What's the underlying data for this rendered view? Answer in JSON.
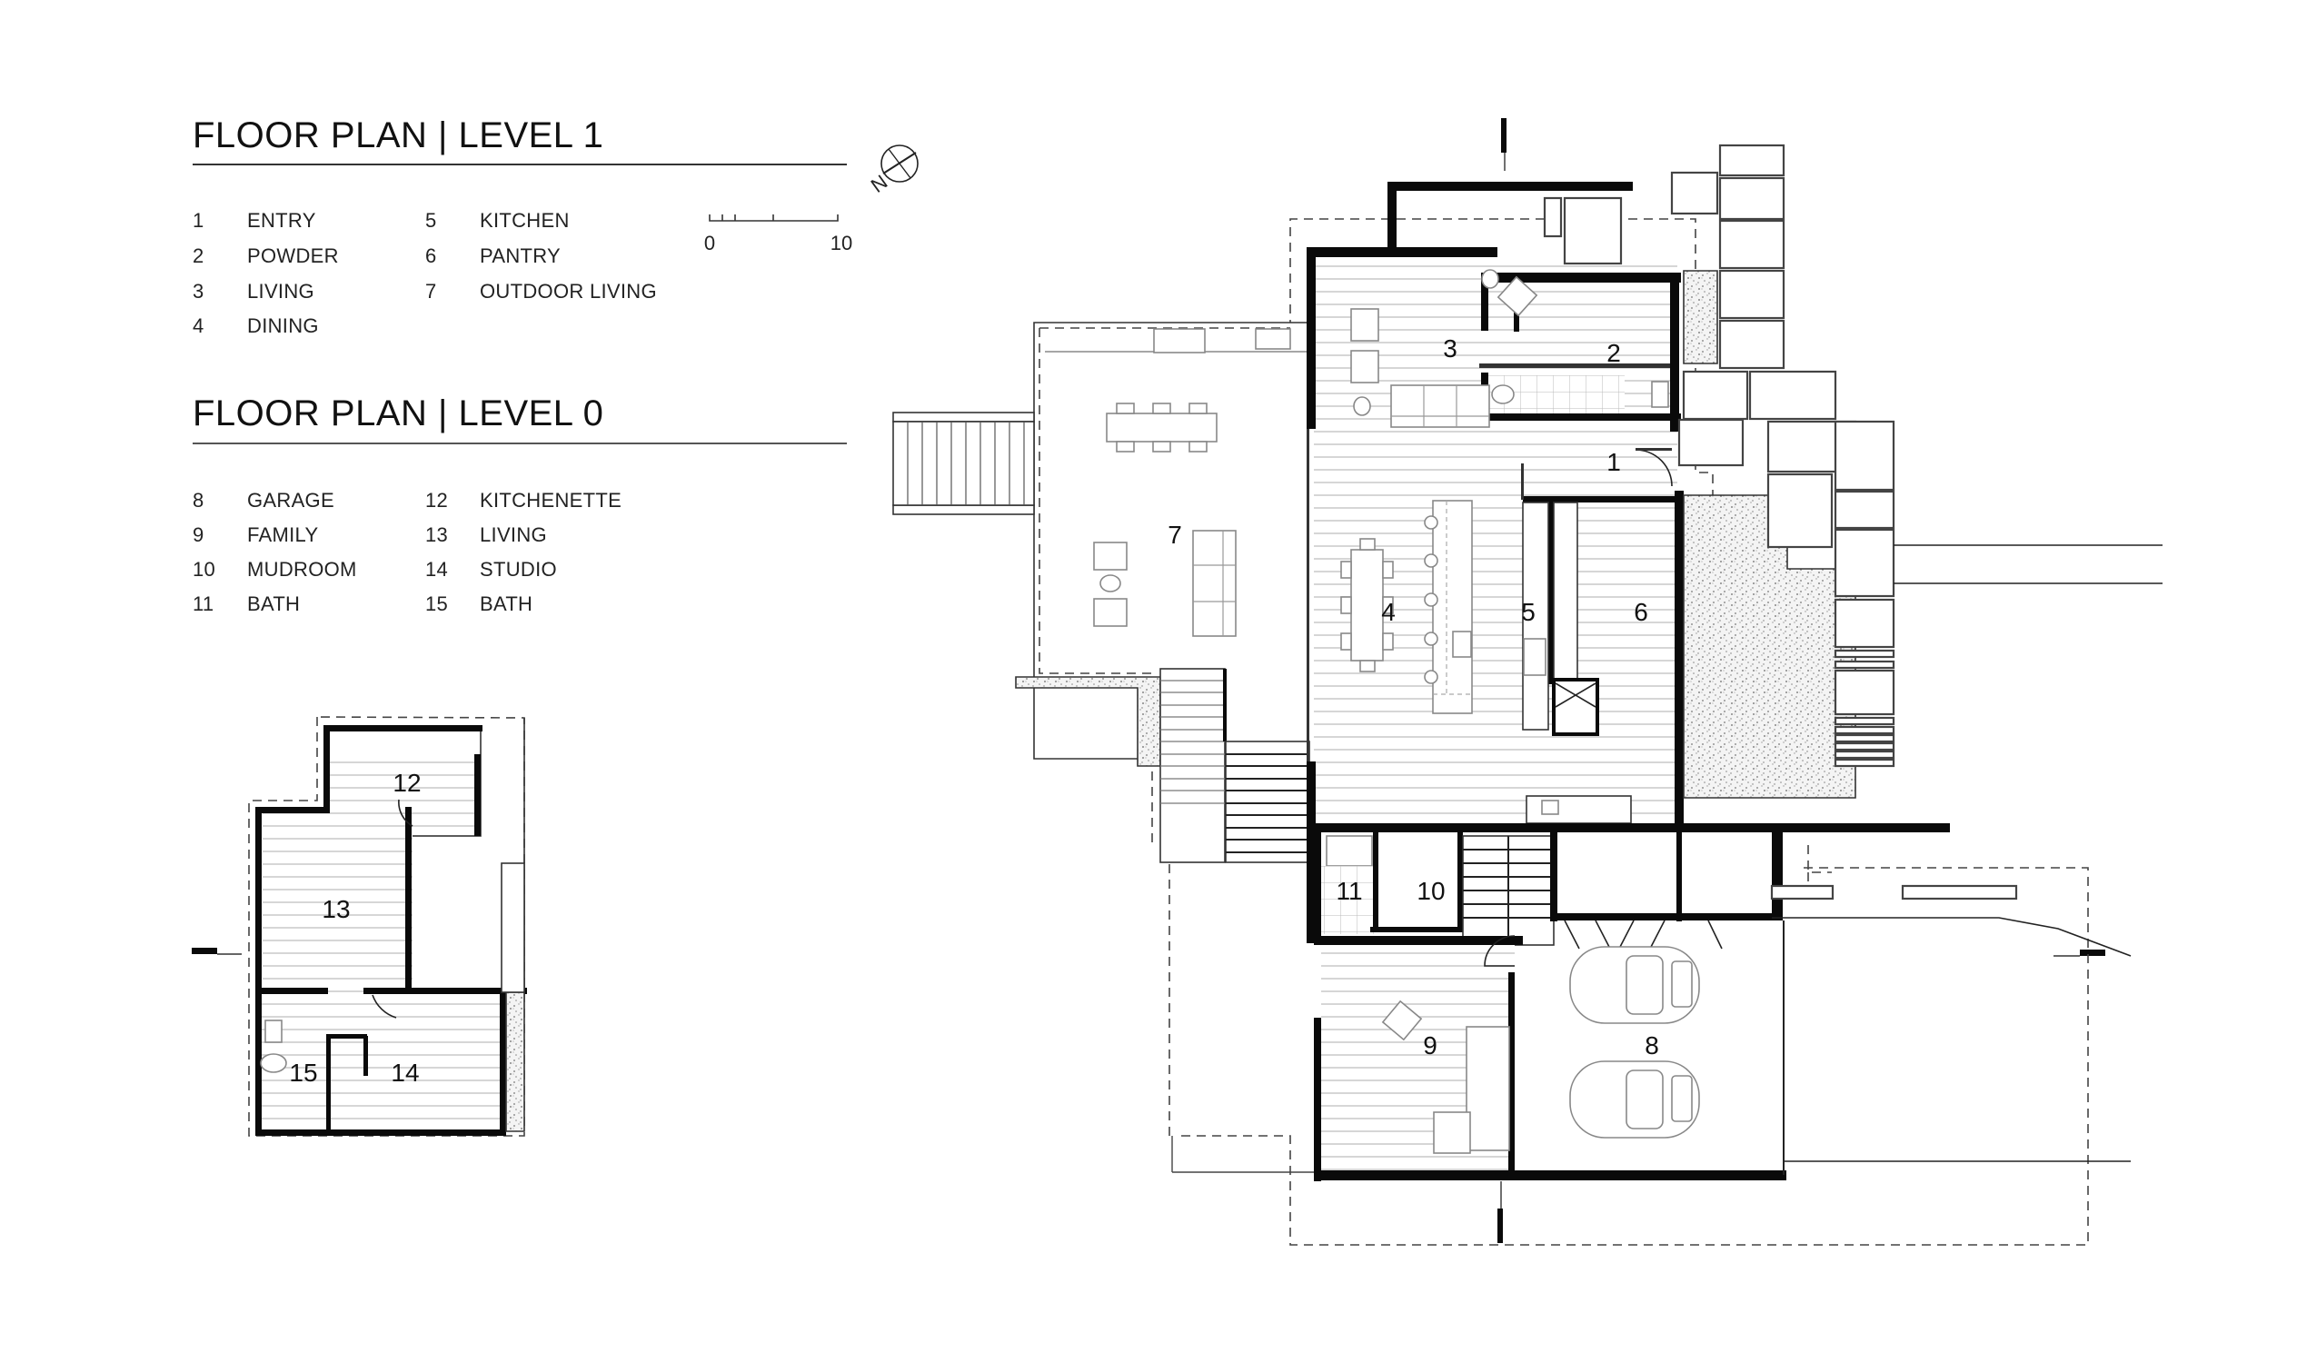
{
  "level1": {
    "title": "FLOOR PLAN | LEVEL 1",
    "rooms": [
      {
        "num": "1",
        "name": "ENTRY"
      },
      {
        "num": "2",
        "name": "POWDER"
      },
      {
        "num": "3",
        "name": "LIVING"
      },
      {
        "num": "4",
        "name": "DINING"
      },
      {
        "num": "5",
        "name": "KITCHEN"
      },
      {
        "num": "6",
        "name": "PANTRY"
      },
      {
        "num": "7",
        "name": "OUTDOOR LIVING"
      }
    ]
  },
  "level0": {
    "title": "FLOOR PLAN | LEVEL 0",
    "rooms": [
      {
        "num": "8",
        "name": "GARAGE"
      },
      {
        "num": "9",
        "name": "FAMILY"
      },
      {
        "num": "10",
        "name": "MUDROOM"
      },
      {
        "num": "11",
        "name": "BATH"
      },
      {
        "num": "12",
        "name": "KITCHENETTE"
      },
      {
        "num": "13",
        "name": "LIVING"
      },
      {
        "num": "14",
        "name": "STUDIO"
      },
      {
        "num": "15",
        "name": "BATH"
      }
    ]
  },
  "scale_bar": {
    "start_label": "0",
    "end_label": "10"
  },
  "north_arrow": {
    "label": "N",
    "icon": "north-arrow-icon"
  },
  "plan_labels": {
    "main": [
      "1",
      "2",
      "3",
      "4",
      "5",
      "6",
      "7",
      "8",
      "9",
      "10",
      "11"
    ],
    "lower": [
      "12",
      "13",
      "14",
      "15"
    ]
  },
  "colors": {
    "wall": "#0a0a0a",
    "line": "#222222",
    "furniture": "#888888",
    "background": "#ffffff"
  }
}
